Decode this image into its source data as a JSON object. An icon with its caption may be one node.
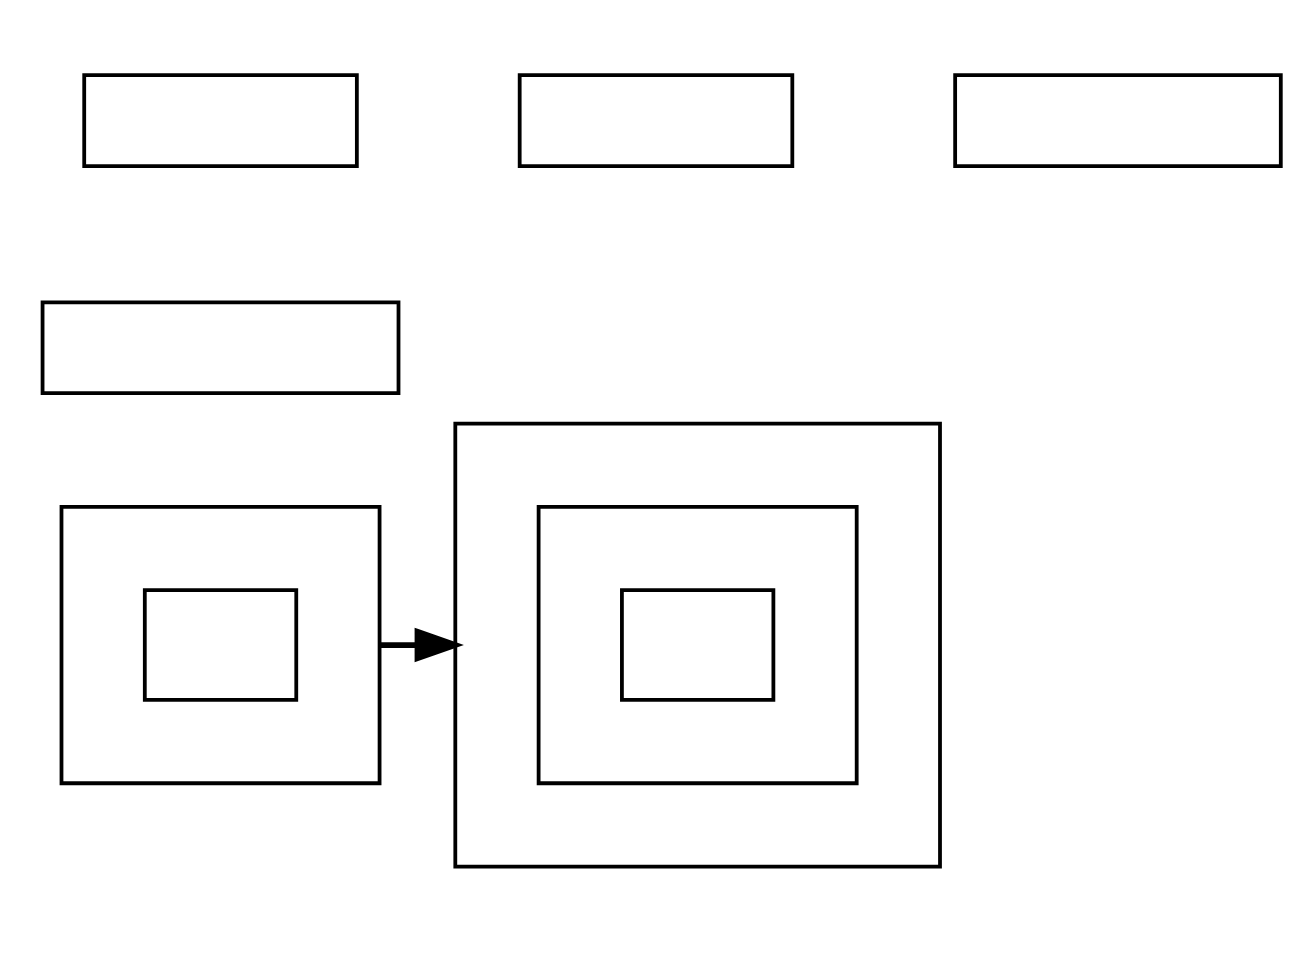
{
  "diagram": {
    "nodes": [
      {
        "text": [],
        "shape": "box"
      },
      {
        "text": [],
        "shape": "box"
      },
      {
        "text": [],
        "shape": "box"
      },
      {
        "text": [],
        "shape": "box"
      },
      {
        "text": [],
        "shape": "box"
      },
      {
        "text": [],
        "shape": "box",
        "in": 4
      },
      {
        "text": [],
        "shape": "box"
      },
      {
        "text": [],
        "shape": "box",
        "in": 6
      },
      {
        "text": [],
        "shape": "box",
        "in": 7
      }
    ],
    "edges": [
      {
        "from": 4,
        "to": 6,
        "arrow": "to"
      }
    ]
  }
}
